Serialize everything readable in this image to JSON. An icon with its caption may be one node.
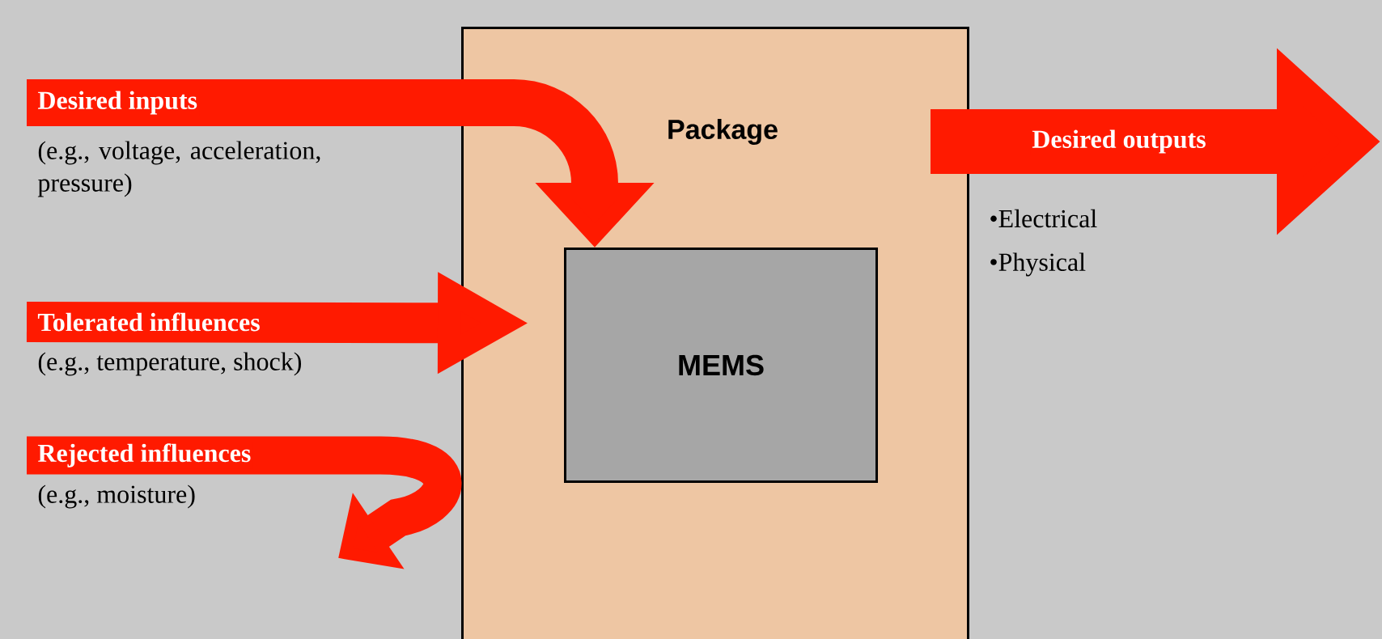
{
  "diagram": {
    "nodes": [
      {
        "text": [
          "Package"
        ]
      },
      {
        "text": [
          "MEMS"
        ],
        "in": 0
      }
    ],
    "edges": [
      {
        "from": null,
        "to": 1,
        "arrow": "to",
        "label": "Desired inputs"
      },
      {
        "from": null,
        "to": 1,
        "arrow": "to",
        "label": "Tolerated influences"
      },
      {
        "from": 0,
        "to": null,
        "arrow": "to",
        "label": "Desired outputs"
      }
    ],
    "labels": [
      "(e.g., voltage, acceleration, pressure)",
      "(e.g., temperature, shock)",
      "Rejected influences",
      "(e.g., moisture)",
      "•Electrical",
      "•Physical"
    ]
  }
}
